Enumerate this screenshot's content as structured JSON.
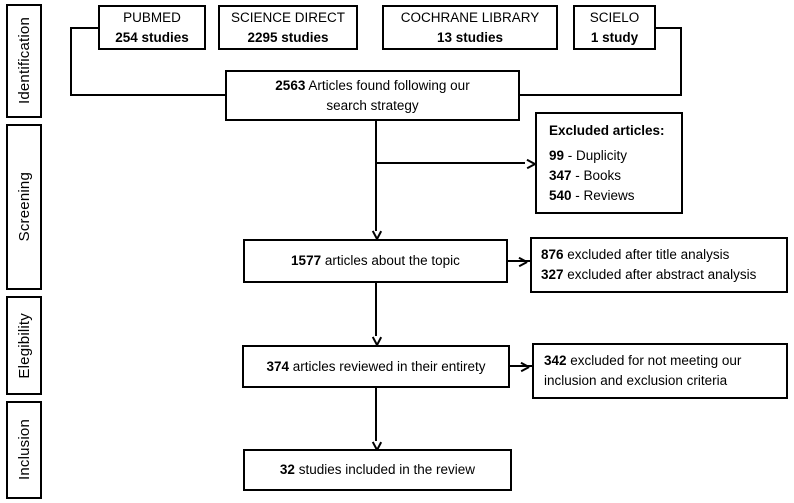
{
  "diagram": {
    "type": "prisma-flow-diagram",
    "stages": [
      {
        "id": "identification",
        "label": "Identification"
      },
      {
        "id": "screening",
        "label": "Screening"
      },
      {
        "id": "elegibility",
        "label": "Elegibility"
      },
      {
        "id": "inclusion",
        "label": "Inclusion"
      }
    ],
    "sources": [
      {
        "id": "pubmed",
        "name": "PUBMED",
        "count": "254 studies"
      },
      {
        "id": "science-direct",
        "name": "SCIENCE DIRECT",
        "count": "2295 studies"
      },
      {
        "id": "cochrane-library",
        "name": "COCHRANE LIBRARY",
        "count": "13 studies"
      },
      {
        "id": "scielo",
        "name": "SCIELO",
        "count": "1 study"
      }
    ],
    "nodes": {
      "found": {
        "number": "2563",
        "line1_rest": " Articles found following our",
        "line2": "search strategy"
      },
      "excluded_articles": {
        "heading": "Excluded articles:",
        "items": [
          {
            "number": "99",
            "rest": " - Duplicity"
          },
          {
            "number": "347",
            "rest": " - Books"
          },
          {
            "number": "540",
            "rest": " - Reviews"
          }
        ]
      },
      "topic": {
        "number": "1577",
        "rest": " articles about the topic"
      },
      "title_abstract_excluded": {
        "items": [
          {
            "number": "876",
            "rest": " excluded after title analysis"
          },
          {
            "number": "327",
            "rest": " excluded after abstract analysis"
          }
        ]
      },
      "full_text": {
        "number": "374",
        "rest": " articles reviewed in their entirety"
      },
      "criteria_excluded": {
        "number": "342",
        "rest": " excluded for not meeting our",
        "line2": "inclusion and exclusion criteria"
      },
      "included": {
        "number": "32",
        "rest": " studies included in the review"
      }
    },
    "colors": {
      "stroke": "#000000",
      "fill": "#ffffff",
      "text": "#000000"
    }
  }
}
